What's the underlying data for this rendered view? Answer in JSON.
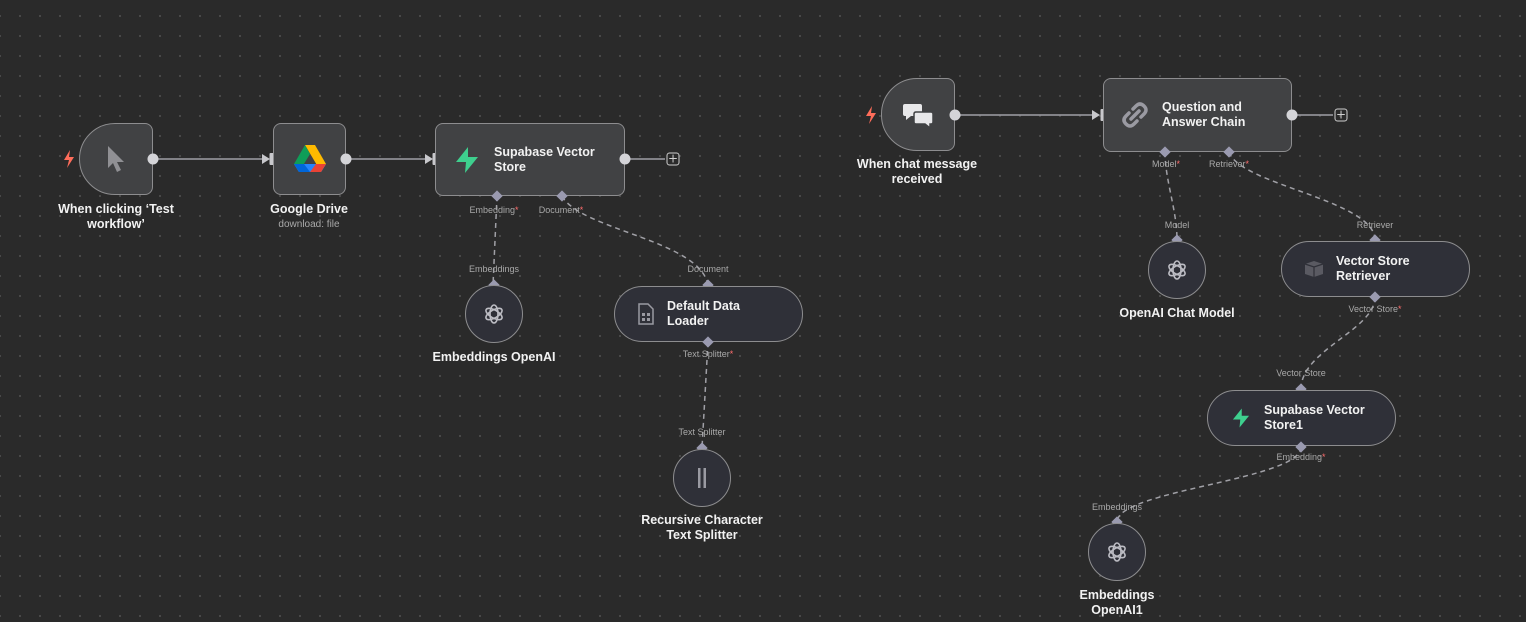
{
  "colors": {
    "canvas": "#2a2a2a",
    "node_fill": "#414244",
    "node_border": "#8d8d8f",
    "sub_node_fill": "#2f3038",
    "wire": "#a0a0a6",
    "required": "#ff6d6d",
    "trigger_bolt": "#ff6d5a",
    "supabase_green": "#3ecf8e"
  },
  "nodes": {
    "manual_trigger": {
      "title": "When clicking ‘Test\nworkflow’",
      "icon": "cursor-icon"
    },
    "google_drive": {
      "title": "Google Drive",
      "subtitle": "download: file",
      "icon": "google-drive-icon"
    },
    "supabase_store": {
      "title": "Supabase Vector\nStore",
      "icon": "supabase-icon"
    },
    "embeddings_openai": {
      "title": "Embeddings OpenAI",
      "icon": "openai-icon"
    },
    "data_loader": {
      "title": "Default Data\nLoader",
      "icon": "document-icon"
    },
    "text_splitter": {
      "title": "Recursive Character\nText Splitter",
      "icon": "splitter-icon"
    },
    "chat_trigger": {
      "title": "When chat message\nreceived",
      "icon": "chat-icon"
    },
    "qa_chain": {
      "title": "Question and\nAnswer Chain",
      "icon": "link-icon"
    },
    "openai_chat": {
      "title": "OpenAI Chat Model",
      "icon": "openai-icon"
    },
    "retriever": {
      "title": "Vector Store\nRetriever",
      "icon": "box-icon"
    },
    "supabase_store1": {
      "title": "Supabase Vector\nStore1",
      "icon": "supabase-icon"
    },
    "embeddings_openai1": {
      "title": "Embeddings\nOpenAI1",
      "icon": "openai-icon"
    }
  },
  "ports": {
    "embedding": "Embedding",
    "document": "Document",
    "embeddings": "Embeddings",
    "document_in": "Document",
    "text_splitter_out": "Text Splitter",
    "text_splitter_in": "Text Splitter",
    "model": "Model",
    "retriever": "Retriever",
    "model_in": "Model",
    "retriever_in": "Retriever",
    "vector_store_out": "Vector Store",
    "vector_store_in": "Vector Store",
    "embedding1": "Embedding",
    "embeddings1": "Embeddings",
    "required_mark": "*"
  },
  "add_button_symbol": "+"
}
